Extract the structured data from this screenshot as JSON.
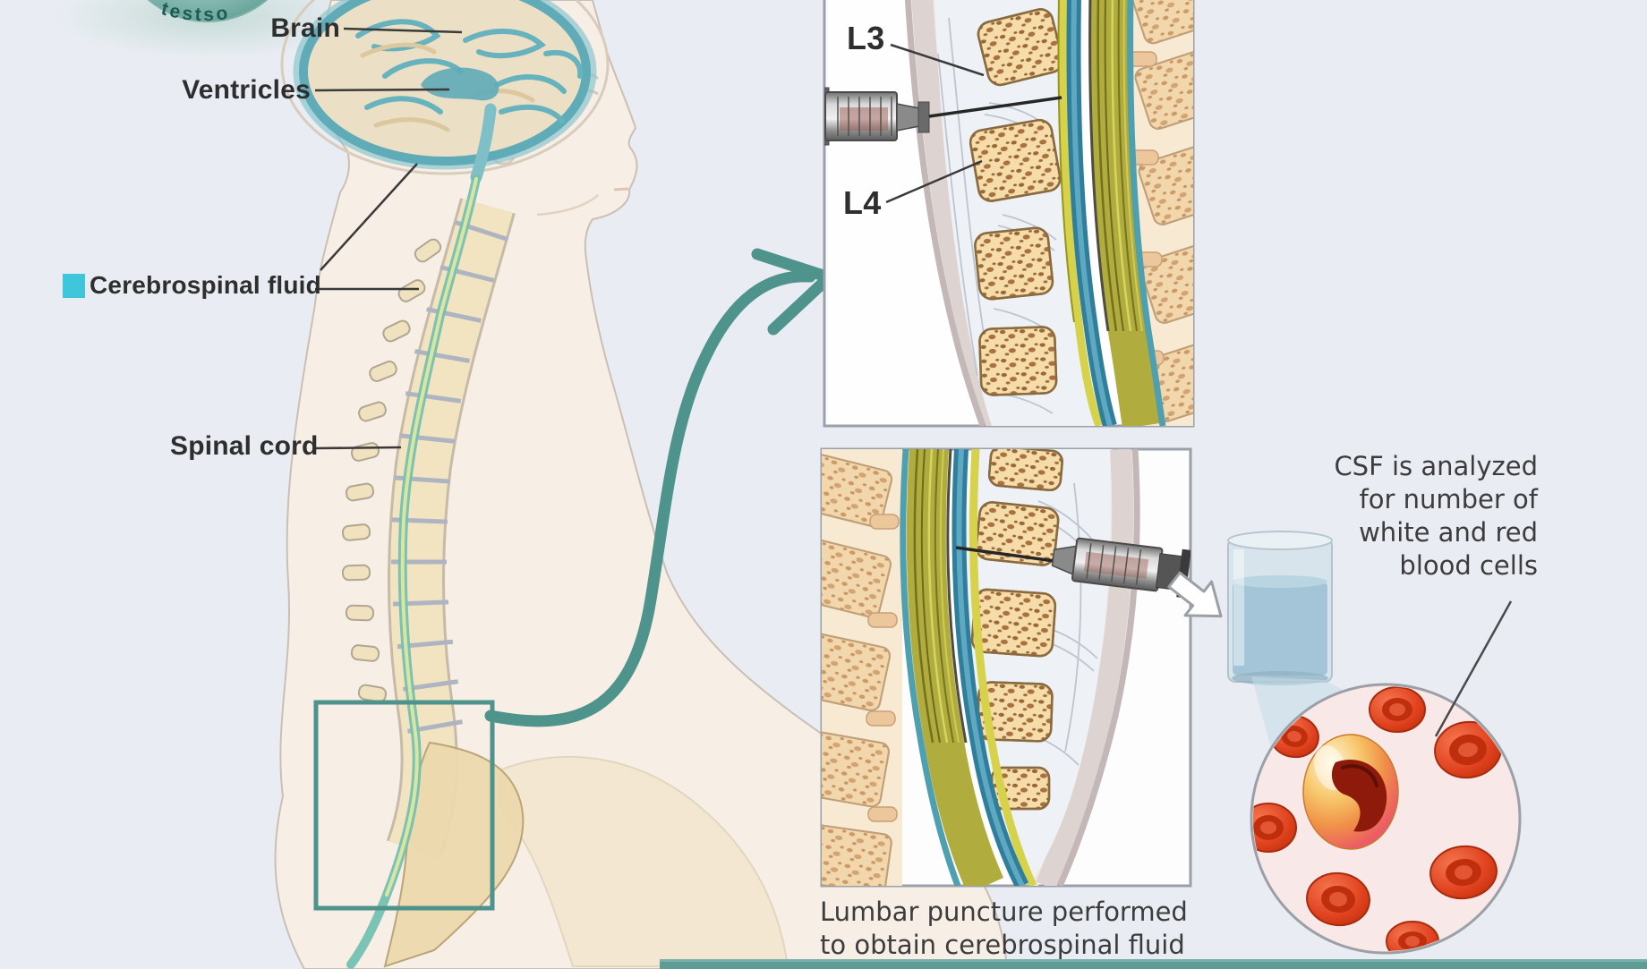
{
  "logo": {
    "partial_text": "testso",
    "shape": "partial-circle-badge"
  },
  "anatomy_labels": {
    "brain": "Brain",
    "ventricles": "Ventricles",
    "csf": "Cerebrospinal fluid",
    "spinal_cord": "Spinal cord"
  },
  "inset_top": {
    "l3": "L3",
    "l4": "L4"
  },
  "analysis": {
    "lines": [
      "CSF is analyzed",
      "for number of",
      "white and red",
      "blood cells"
    ]
  },
  "caption": {
    "lines": [
      "Lumbar puncture performed",
      "to obtain cerebrospinal fluid"
    ]
  },
  "colors": {
    "page_background": "#E9EDF3",
    "accent_teal": "#4E938C",
    "csf_swatch_cyan": "#3EC7DB",
    "csf_channel_blue": "#2E7E9C",
    "nerve_bundle_yellow": "#B0AC3E",
    "vertebra_tan": "#F3D7AC",
    "red_blood_cell": "#E0421F",
    "footer_band_teal": "#5E9D96"
  }
}
